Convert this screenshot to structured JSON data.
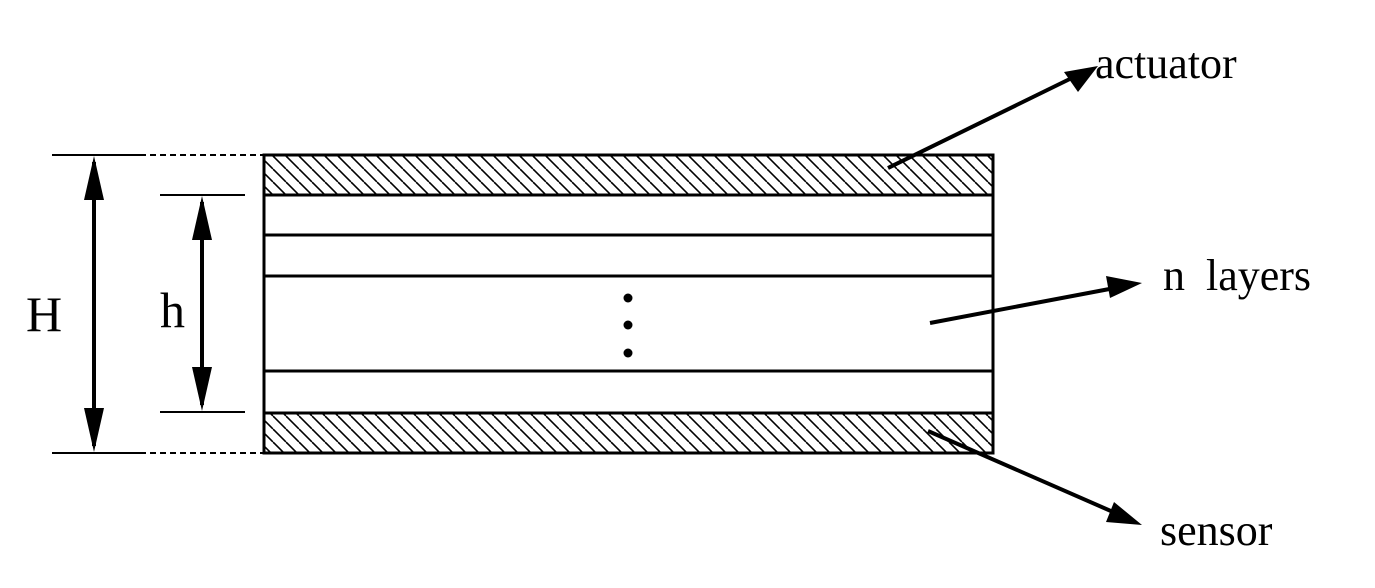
{
  "labels": {
    "actuator": "actuator",
    "n_layers": "n layers",
    "sensor": "sensor",
    "H": "H",
    "h": "h"
  },
  "colors": {
    "ink": "#000000",
    "background": "#ffffff"
  }
}
